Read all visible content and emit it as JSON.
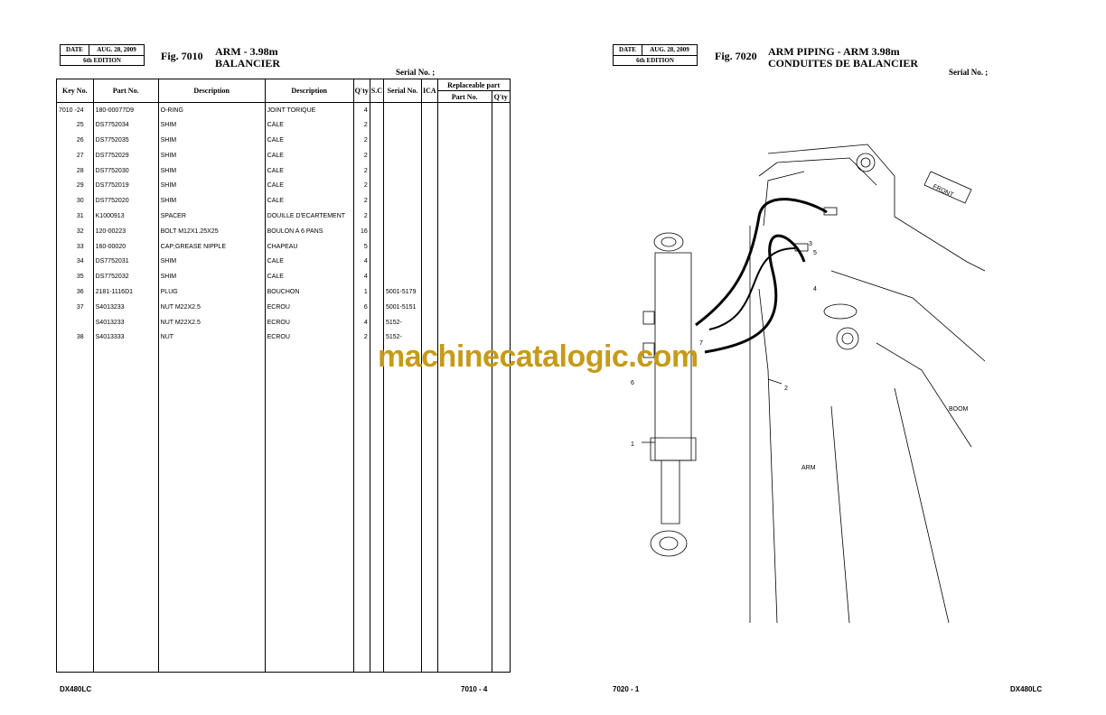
{
  "left_page": {
    "date_label": "DATE",
    "date_value": "AUG. 28, 2009",
    "edition": "6th EDITION",
    "fig_label": "Fig. 7010",
    "title_line1": "ARM - 3.98m",
    "title_line2": "BALANCIER",
    "serial_label": "Serial No. ;",
    "columns": {
      "key_no": "Key No.",
      "part_no": "Part No.",
      "desc_en": "Description",
      "desc_fr": "Description",
      "qty": "Q'ty",
      "sc": "S.C",
      "serial_no": "Serial No.",
      "ica": "ICA",
      "replaceable": "Replaceable part",
      "rep_part_no": "Part No.",
      "rep_qty": "Q'ty"
    },
    "rows": [
      {
        "key": "7010 -24",
        "part": "180-00077D9",
        "desc_en": "O-RING",
        "desc_fr": "JOINT TORIQUE",
        "qty": "4",
        "serial": ""
      },
      {
        "key": "25",
        "part": "DS7752034",
        "desc_en": "SHIM",
        "desc_fr": "CALE",
        "qty": "2",
        "serial": ""
      },
      {
        "key": "26",
        "part": "DS7752035",
        "desc_en": "SHIM",
        "desc_fr": "CALE",
        "qty": "2",
        "serial": ""
      },
      {
        "key": "27",
        "part": "DS7752029",
        "desc_en": "SHIM",
        "desc_fr": "CALE",
        "qty": "2",
        "serial": ""
      },
      {
        "key": "28",
        "part": "DS7752030",
        "desc_en": "SHIM",
        "desc_fr": "CALE",
        "qty": "2",
        "serial": ""
      },
      {
        "key": "29",
        "part": "DS7752019",
        "desc_en": "SHIM",
        "desc_fr": "CALE",
        "qty": "2",
        "serial": ""
      },
      {
        "key": "30",
        "part": "DS7752020",
        "desc_en": "SHIM",
        "desc_fr": "CALE",
        "qty": "2",
        "serial": ""
      },
      {
        "key": "31",
        "part": "K1000913",
        "desc_en": "SPACER",
        "desc_fr": "DOUILLE D'ECARTEMENT",
        "qty": "2",
        "serial": ""
      },
      {
        "key": "32",
        "part": "120-00223",
        "desc_en": "BOLT M12X1.25X25",
        "desc_fr": "BOULON A 6 PANS",
        "qty": "16",
        "serial": ""
      },
      {
        "key": "33",
        "part": "160-00020",
        "desc_en": "CAP;GREASE NIPPLE",
        "desc_fr": "CHAPEAU",
        "qty": "5",
        "serial": ""
      },
      {
        "key": "34",
        "part": "DS7752031",
        "desc_en": "SHIM",
        "desc_fr": "CALE",
        "qty": "4",
        "serial": ""
      },
      {
        "key": "35",
        "part": "DS7752032",
        "desc_en": "SHIM",
        "desc_fr": "CALE",
        "qty": "4",
        "serial": ""
      },
      {
        "key": "36",
        "part": "2181-1116D1",
        "desc_en": "PLUG",
        "desc_fr": "BOUCHON",
        "qty": "1",
        "serial": "5001-5179"
      },
      {
        "key": "37",
        "part": "S4013233",
        "desc_en": "NUT M22X2.5",
        "desc_fr": "ECROU",
        "qty": "6",
        "serial": "5001-5151"
      },
      {
        "key": "",
        "part": "S4013233",
        "desc_en": "NUT M22X2.5",
        "desc_fr": "ECROU",
        "qty": "4",
        "serial": "5152-"
      },
      {
        "key": "38",
        "part": "S4013333",
        "desc_en": "NUT",
        "desc_fr": "ECROU",
        "qty": "2",
        "serial": "5152-"
      }
    ],
    "footer_model": "DX480LC",
    "footer_page": "7010 - 4"
  },
  "right_page": {
    "date_label": "DATE",
    "date_value": "AUG. 28, 2009",
    "edition": "6th EDITION",
    "fig_label": "Fig. 7020",
    "title_line1": "ARM PIPING - ARM 3.98m",
    "title_line2": "CONDUITES DE BALANCIER",
    "serial_label": "Serial No. ;",
    "footer_page": "7020 - 1",
    "footer_model": "DX480LC",
    "diagram_labels": {
      "front": "FRONT",
      "boom": "BOOM",
      "arm": "ARM",
      "callouts": [
        "1",
        "2",
        "3",
        "4",
        "5",
        "6",
        "7"
      ]
    }
  },
  "watermark": "machinecatalogic.com"
}
